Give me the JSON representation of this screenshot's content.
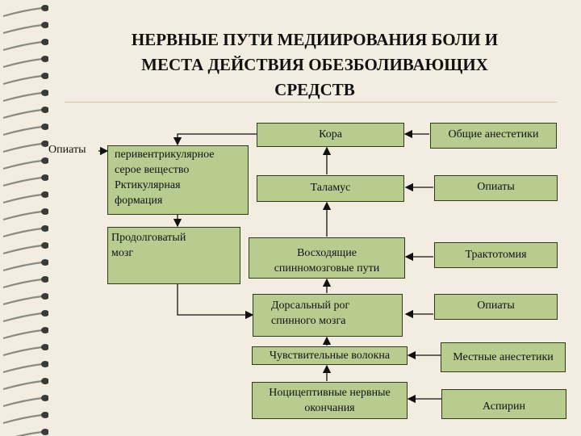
{
  "title": "НЕРВНЫЕ ПУТИ МЕДИИРОВАНИЯ БОЛИ И\nМЕСТА ДЕЙСТВИЯ ОБЕЗБОЛИВАЮЩИХ\nСРЕДСТВ",
  "left_label": "Опиаты",
  "left_boxes": {
    "periventricular": "перивентрикулярное\nсерое вещество\nРктикулярная\nформация",
    "medulla": "Продолговатый\nмозг"
  },
  "pathway": {
    "cortex": "Кора",
    "thalamus": "Таламус",
    "ascending": "Восходящие\nспинномозговые пути",
    "dorsal_horn": "Дорсальный рог\nспинного мозга",
    "sensory_fibers": "Чувствительные волокна",
    "nociceptors": "Ноцицептивные нервные\nокончания"
  },
  "drugs": {
    "general_anesthetics": "Общие анестетики",
    "opiates_thalamus": "Опиаты",
    "tractotomy": "Трактотомия",
    "opiates_dorsal": "Опиаты",
    "local_anesthetics": "Местные анестетики",
    "aspirin": "Аспирин"
  }
}
